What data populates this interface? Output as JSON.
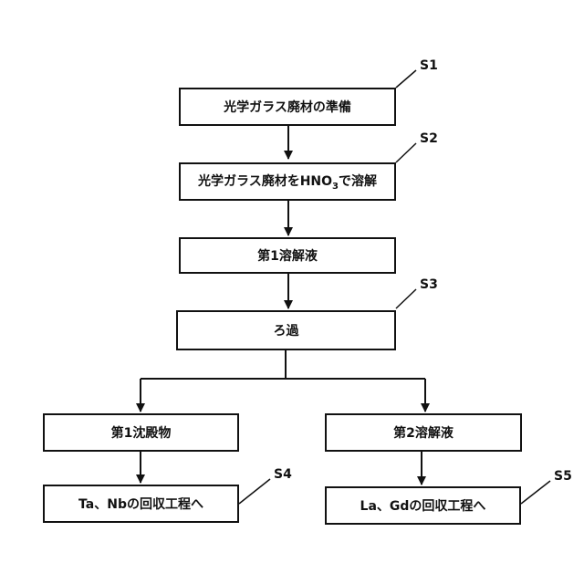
{
  "steps": {
    "s1": "S1",
    "s2": "S2",
    "s3": "S3",
    "s4": "S4",
    "s5": "S5"
  },
  "boxes": {
    "prepare": "光学ガラス廃材の準備",
    "dissolve_prefix": "光学ガラス廃材をHNO",
    "dissolve_sub": "3",
    "dissolve_suffix": "で溶解",
    "first_solution": "第1溶解液",
    "filtration": "ろ過",
    "first_precipitate": "第1沈殿物",
    "second_solution": "第2溶解液",
    "recover_ta_nb": "Ta、Nbの回収工程へ",
    "recover_la_gd": "La、Gdの回収工程へ"
  }
}
